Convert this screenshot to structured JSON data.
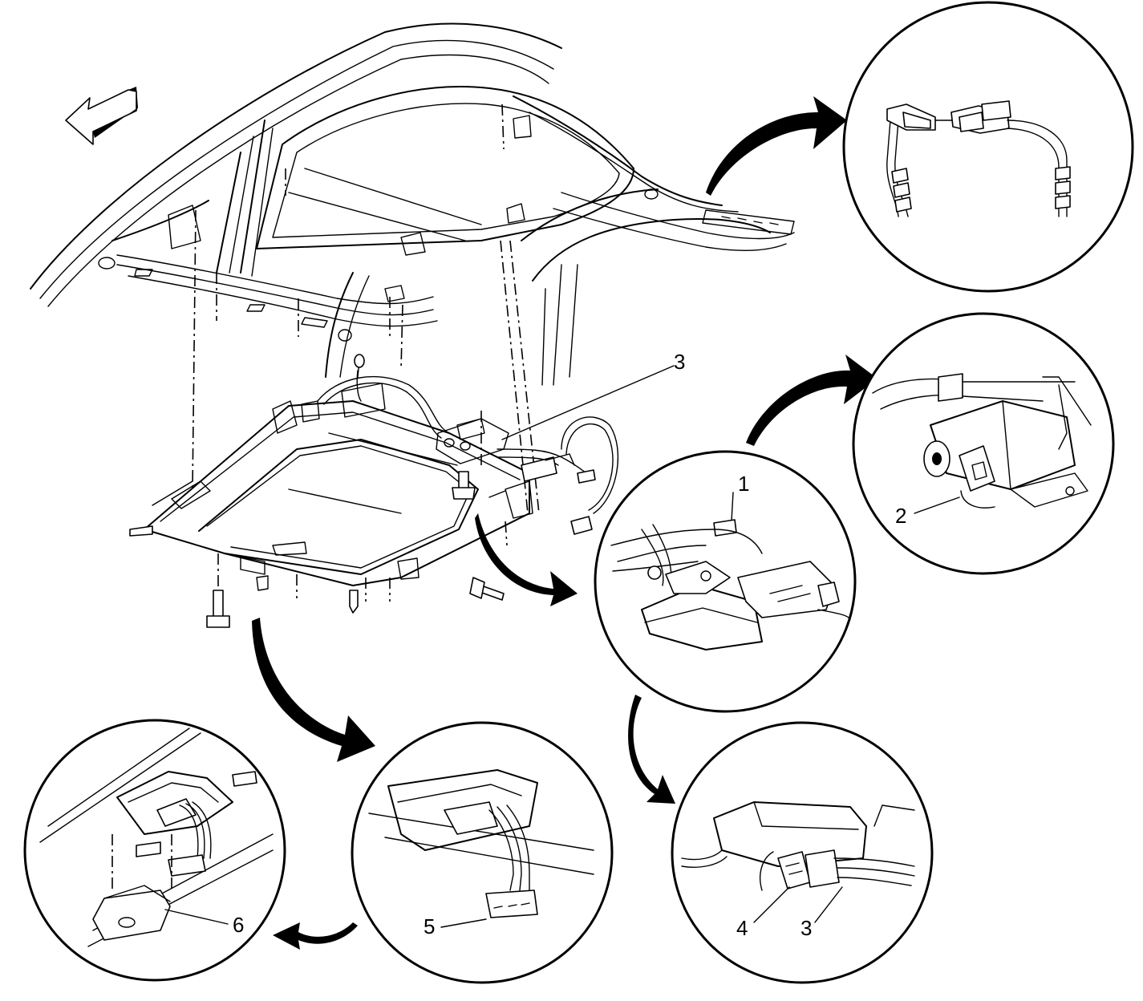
{
  "callouts": {
    "main_3": "3",
    "detail_1": "1",
    "detail_2": "2",
    "detail_3": "3",
    "detail_4": "4",
    "detail_5": "5",
    "detail_6": "6"
  },
  "icons": {
    "front_arrow": "direction-arrow-icon"
  }
}
